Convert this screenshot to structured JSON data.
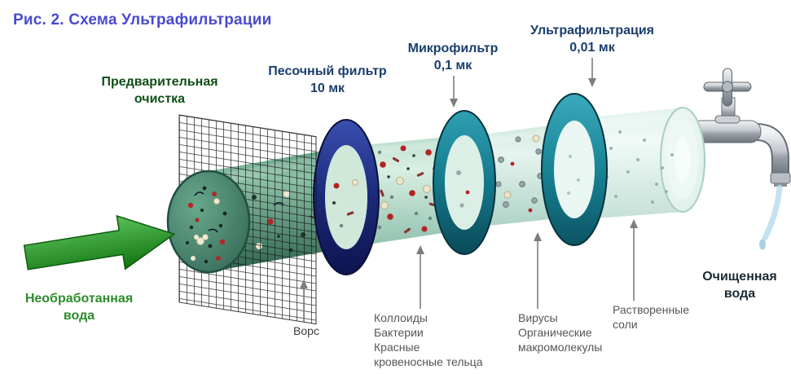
{
  "title": "Рис. 2. Схема Ультрафильтрации",
  "stage_labels": {
    "prefilter": "Предварительная\nочистка",
    "sand": "Песочный фильтр\n10 мк",
    "micro": "Микрофильтр\n0,1 мк",
    "ultra": "Ультрафильтрация\n0,01 мк"
  },
  "water_labels": {
    "raw": "Необработанная\nвода",
    "clean": "Очищенная\nвода"
  },
  "removed_labels": {
    "lint": "Ворс",
    "colloids": "Коллоиды\nБактерии\nКрасные\nкровеносные тельца",
    "viruses": "Вирусы\nОрганические\nмакромолекулы",
    "salts": "Растворенные\nсоли"
  },
  "colors": {
    "title_text": "#4a4ad0",
    "stage_text": "#1a3e6e",
    "prefilter_text": "#0f4f16",
    "raw_water_text": "#2c8c2c",
    "clean_water_text": "#1b2b36",
    "annotation_text": "#565656",
    "flow_arrow_green": "#2f9e2f",
    "sand_filter_ring": "#1b2a78",
    "micro_filter_ring": "#13798c",
    "ultra_filter_ring": "#188495"
  }
}
